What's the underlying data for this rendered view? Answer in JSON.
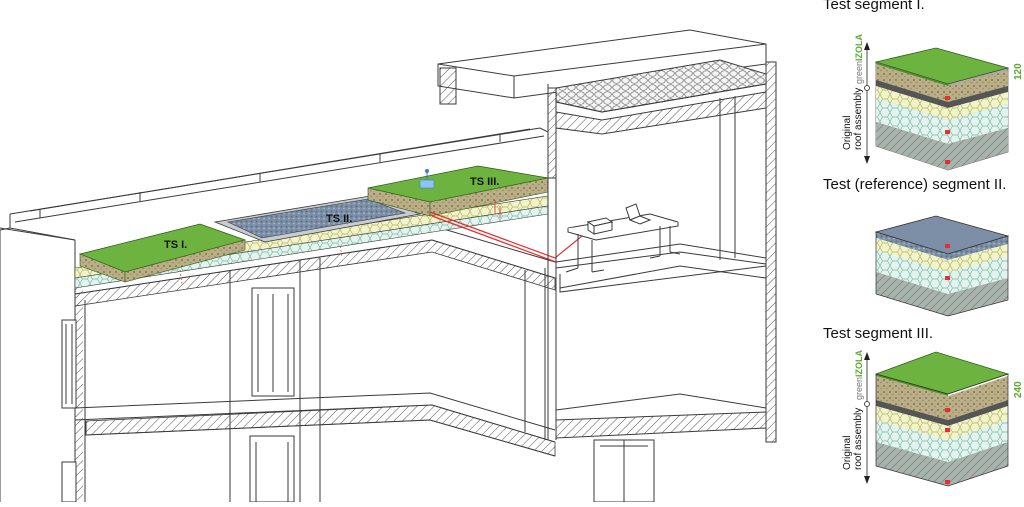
{
  "labels": {
    "ts1": "TS I.",
    "ts2": "TS II.",
    "ts3": "TS III."
  },
  "segments": [
    {
      "title": "Test segment I.",
      "brand_prefix": "green",
      "brand_suffix": "IZOLA",
      "thickness": "120",
      "original_line1": "Original",
      "original_line2": "roof assembly"
    },
    {
      "title": "Test (reference) segment II."
    },
    {
      "title": "Test segment III.",
      "brand_prefix": "green",
      "brand_suffix": "IZOLA",
      "thickness": "240",
      "original_line1": "Original",
      "original_line2": "roof assembly"
    }
  ],
  "colors": {
    "grass": "#6db33f",
    "grass_dark": "#4f8f2b",
    "gravel": "#8aa0b4",
    "substrate": "#b9ae86",
    "insulation": "#eef4cf",
    "hexlayer": "#dff2ea",
    "concrete": "#c9d2cc",
    "sensor_red": "#e63030",
    "brand_green": "#5aab2e",
    "line": "#3a3a3a"
  },
  "icons": [
    "laptop-icon",
    "data-logger-icon",
    "weather-station-icon"
  ]
}
